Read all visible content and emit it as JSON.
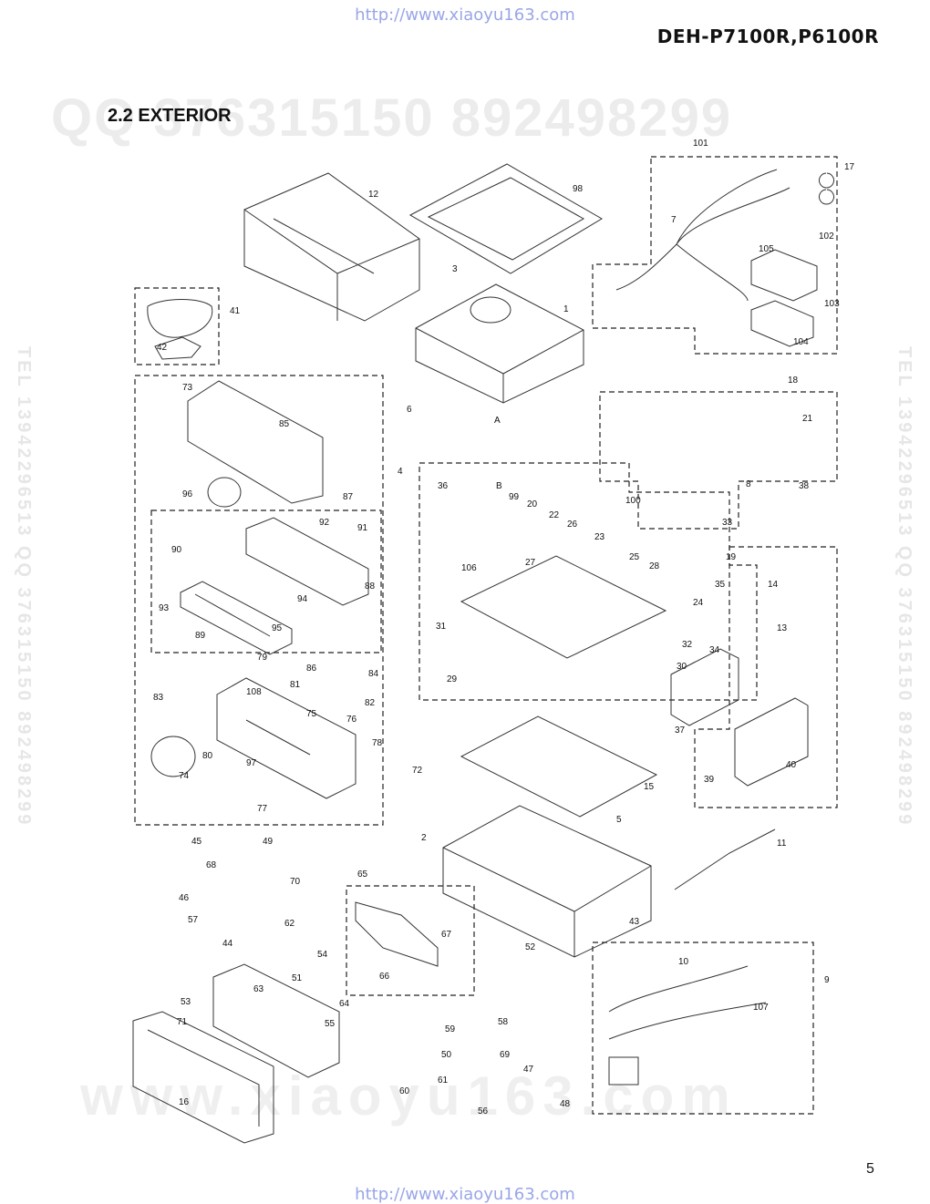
{
  "header": {
    "url": "http://www.xiaoyu163.com",
    "model": "DEH-P7100R,P6100R",
    "watermark_qq": "QQ 376315150   892498299"
  },
  "section": {
    "title": "2.2 EXTERIOR"
  },
  "watermarks": {
    "side": "TEL 13942296513  QQ 376315150  892498299",
    "bottom": "www.xiaoyu163.com"
  },
  "callouts": [
    "1",
    "2",
    "3",
    "4",
    "5",
    "6",
    "7",
    "8",
    "9",
    "10",
    "11",
    "12",
    "13",
    "14",
    "15",
    "16",
    "17",
    "18",
    "19",
    "20",
    "21",
    "22",
    "23",
    "24",
    "25",
    "26",
    "27",
    "28",
    "29",
    "30",
    "31",
    "32",
    "33",
    "34",
    "35",
    "36",
    "37",
    "38",
    "39",
    "40",
    "41",
    "42",
    "43",
    "44",
    "45",
    "46",
    "47",
    "48",
    "49",
    "50",
    "51",
    "52",
    "53",
    "54",
    "55",
    "56",
    "57",
    "58",
    "59",
    "60",
    "61",
    "62",
    "63",
    "64",
    "65",
    "66",
    "67",
    "68",
    "69",
    "70",
    "71",
    "72",
    "73",
    "74",
    "75",
    "76",
    "77",
    "78",
    "79",
    "80",
    "81",
    "82",
    "83",
    "84",
    "85",
    "86",
    "87",
    "88",
    "89",
    "90",
    "91",
    "92",
    "93",
    "94",
    "95",
    "96",
    "97",
    "98",
    "99",
    "100",
    "101",
    "102",
    "103",
    "104",
    "105",
    "106",
    "107",
    "108",
    "A",
    "B"
  ],
  "footer": {
    "page_number": "5",
    "url": "http://www.xiaoyu163.com"
  }
}
